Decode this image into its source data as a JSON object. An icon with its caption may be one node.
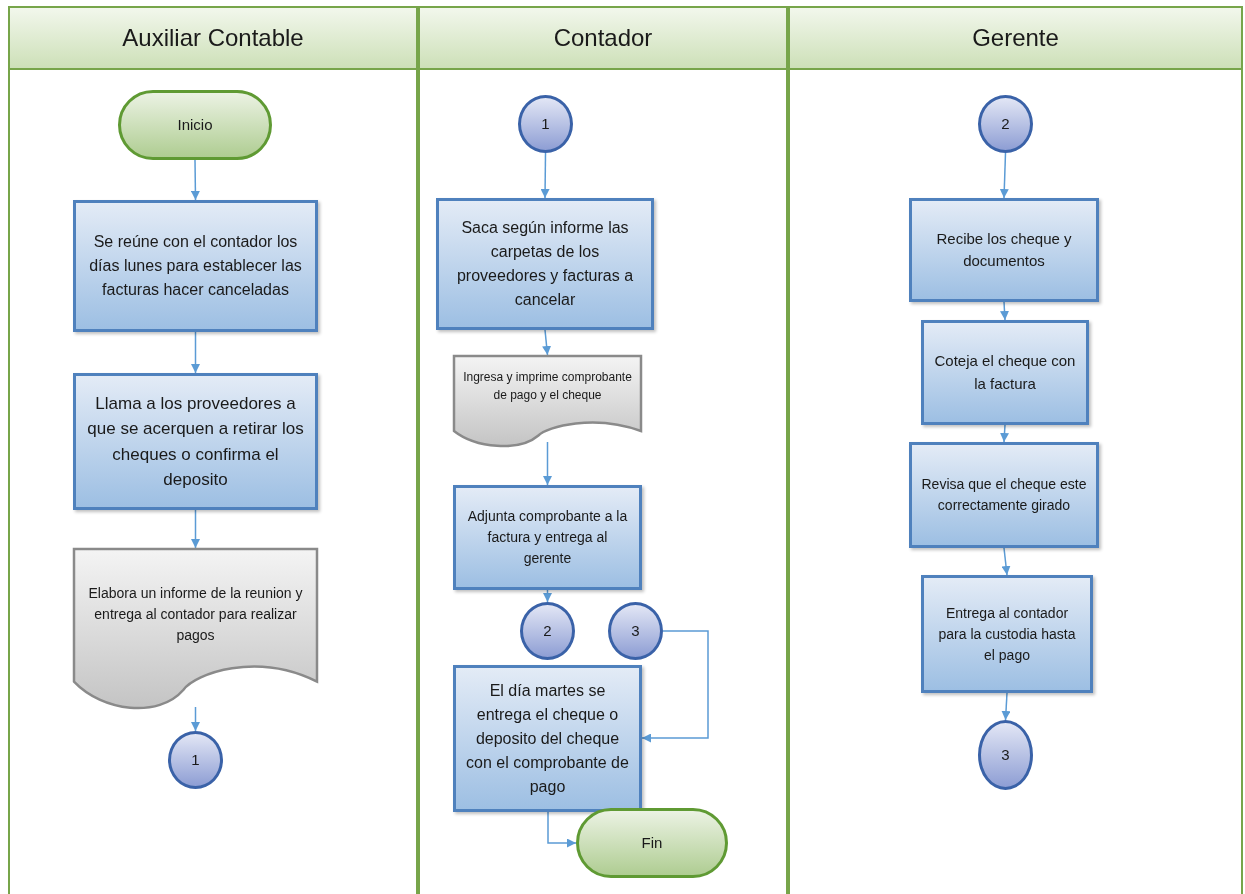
{
  "diagram": {
    "nodes": [
      {
        "text": [
          "Auxiliar Contable"
        ]
      },
      {
        "text": [
          "Contador"
        ]
      },
      {
        "text": [
          "Gerente"
        ]
      },
      {
        "text": [
          "Inicio"
        ],
        "in": 0
      },
      {
        "text": [
          "Se reúne con el contador los días lunes para establecer las facturas hacer canceladas"
        ],
        "in": 0
      },
      {
        "text": [
          "Llama a los proveedores a que se acerquen a retirar los cheques o confirma el deposito"
        ],
        "in": 0
      },
      {
        "text": [
          "Elabora un informe de la reunion y entrega al contador para realizar pagos"
        ],
        "in": 0
      },
      {
        "text": [
          "1"
        ],
        "in": 0
      },
      {
        "text": [
          "1"
        ],
        "in": 1
      },
      {
        "text": [
          "Saca según informe las carpetas de los proveedores y facturas a cancelar"
        ],
        "in": 1
      },
      {
        "text": [
          "Ingresa y imprime comprobante de pago y el cheque"
        ],
        "in": 1
      },
      {
        "text": [
          "Adjunta comprobante a la factura y entrega al gerente"
        ],
        "in": 1
      },
      {
        "text": [
          "2"
        ],
        "in": 1
      },
      {
        "text": [
          "3"
        ],
        "in": 1
      },
      {
        "text": [
          "El día martes se entrega el cheque o deposito del cheque con el comprobante de pago"
        ],
        "in": 1
      },
      {
        "text": [
          "Fin"
        ],
        "in": 1
      },
      {
        "text": [
          "2"
        ],
        "in": 2
      },
      {
        "text": [
          "Recibe los cheque y documentos"
        ],
        "in": 2
      },
      {
        "text": [
          "Coteja el cheque con la factura"
        ],
        "in": 2
      },
      {
        "text": [
          "Revisa que el cheque este correctamente girado"
        ],
        "in": 2
      },
      {
        "text": [
          "Entrega al contador para la custodia hasta el pago"
        ],
        "in": 2
      },
      {
        "text": [
          "3"
        ],
        "in": 2
      }
    ],
    "edges": [
      {
        "from": 3,
        "to": 4,
        "arrow": "to"
      },
      {
        "from": 4,
        "to": 5,
        "arrow": "to"
      },
      {
        "from": 5,
        "to": 6,
        "arrow": "to"
      },
      {
        "from": 6,
        "to": 7,
        "arrow": "to"
      },
      {
        "from": 8,
        "to": 9,
        "arrow": "to"
      },
      {
        "from": 9,
        "to": 10,
        "arrow": "to"
      },
      {
        "from": 10,
        "to": 11,
        "arrow": "to"
      },
      {
        "from": 11,
        "to": 12,
        "arrow": "to"
      },
      {
        "from": 13,
        "to": 14,
        "arrow": "to"
      },
      {
        "from": 14,
        "to": 15,
        "arrow": "to"
      },
      {
        "from": 16,
        "to": 17,
        "arrow": "to"
      },
      {
        "from": 17,
        "to": 18,
        "arrow": "to"
      },
      {
        "from": 18,
        "to": 19,
        "arrow": "to"
      },
      {
        "from": 19,
        "to": 20,
        "arrow": "to"
      },
      {
        "from": 20,
        "to": 21,
        "arrow": "to"
      }
    ]
  }
}
